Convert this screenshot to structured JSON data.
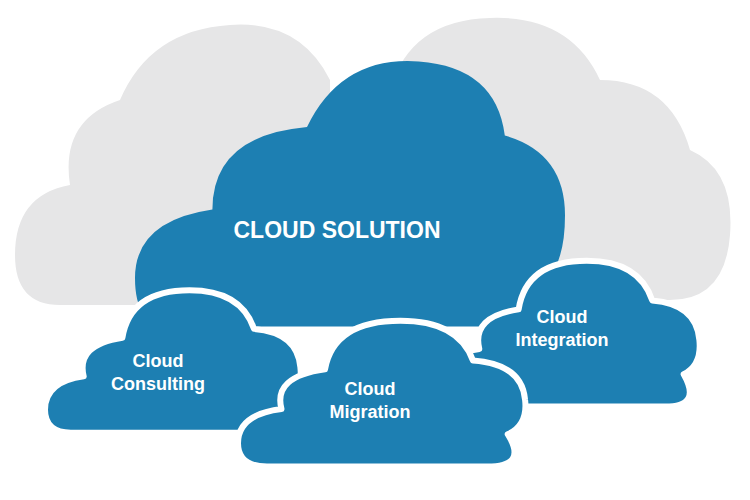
{
  "diagram": {
    "nodes": [
      {
        "text": [
          "CLOUD SOLUTION"
        ]
      },
      {
        "text": [
          "Cloud Consulting"
        ]
      },
      {
        "text": [
          "Cloud Migration"
        ]
      },
      {
        "text": [
          "Cloud Integration"
        ]
      }
    ]
  }
}
